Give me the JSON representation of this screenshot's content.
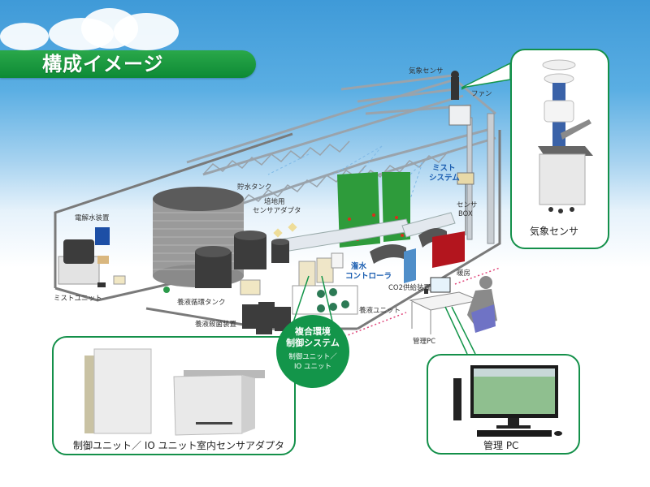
{
  "title": "構成イメージ",
  "diagram_labels": {
    "weather_sensor": "気象センサ",
    "fan": "ファン",
    "mist_system": [
      "ミスト",
      "システム"
    ],
    "sensor_box": [
      "センサ",
      "BOX"
    ],
    "water_tank": "貯水タンク",
    "culture_sensor_adapter": [
      "培地用",
      "センサアダプタ"
    ],
    "electrolyzed_water": "電解水装置",
    "mist_unit": "ミストユニット",
    "nutrient_circulation_tank": "養液循環タンク",
    "nutrient_sterilizer": "養液殺菌装置",
    "irrigation_controller": [
      "潅水",
      "コントローラ"
    ],
    "co2_supply": "CO2供給装置",
    "heater": "暖房",
    "nutrient_unit": "養液ユニット",
    "management_pc": "管理PC"
  },
  "badge": {
    "title_line1": "複合環境",
    "title_line2": "制御システム",
    "sub_line1": "制御ユニット／",
    "sub_line2": "IO ユニット"
  },
  "panels": {
    "weather_sensor_caption": "気象センサ",
    "control_unit_caption": "制御ユニット／ IO ユニット",
    "indoor_sensor_caption": "室内センサアダプタ",
    "management_pc_caption": "管理 PC"
  },
  "colors": {
    "brand_green": "#13954a",
    "label_blue": "#1a5db0",
    "heater_red": "#b3151e",
    "co2_blue": "#4f8ec9"
  }
}
